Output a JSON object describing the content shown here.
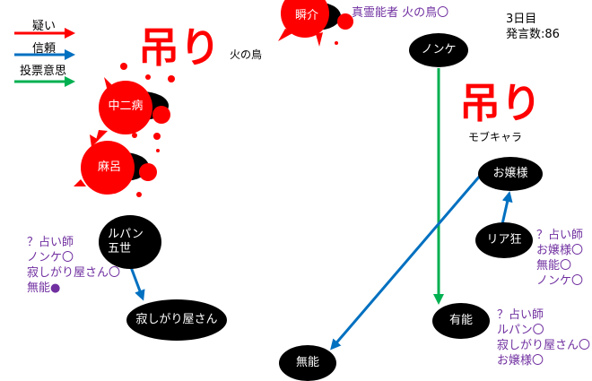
{
  "legend": [
    {
      "label": "疑い",
      "color": "#ff0000"
    },
    {
      "label": "信頼",
      "color": "#0070c0"
    },
    {
      "label": "投票意思",
      "color": "#00b050"
    }
  ],
  "info": {
    "day": "3日目",
    "posts": "発言数:86"
  },
  "hanged": [
    {
      "mark": "吊り",
      "name": "火の鳥"
    },
    {
      "mark": "吊り",
      "name": "モブキャラ"
    }
  ],
  "dead": [
    {
      "name": "瞬介"
    },
    {
      "name": "中二病"
    },
    {
      "name": "麻呂"
    }
  ],
  "players": {
    "nonke": "ノンケ",
    "ojousama": "お嬢様",
    "riakyou": "リア狂",
    "yuunou": "有能",
    "munou": "無能",
    "lupin": "ルパン\n五世",
    "sabishigari": "寂しがり屋さん"
  },
  "notes": {
    "shunsuke": "真霊能者 火の鳥〇",
    "lupin": [
      "？占い師",
      "ノンケ〇",
      "寂しがり屋さん〇",
      "無能●"
    ],
    "riakyou": [
      "？占い師",
      "お嬢様〇",
      "無能〇",
      "ノンケ〇"
    ],
    "yuunou": [
      "？占い師",
      "ルパン〇",
      "寂しがり屋さん〇",
      "お嬢様〇"
    ]
  },
  "colors": {
    "suspicion": "#ff0000",
    "trust": "#0070c0",
    "vote": "#00b050",
    "note": "#7030a0",
    "blood": "#ff0000"
  }
}
